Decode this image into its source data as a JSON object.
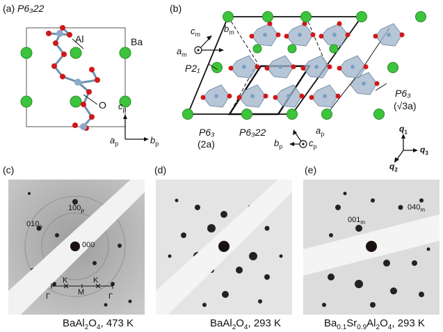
{
  "panel_a": {
    "tag": "(a)",
    "space_group": "P6₃22",
    "atoms": {
      "al": "Al",
      "ba": "Ba",
      "o": "O"
    },
    "axes": {
      "c": "c",
      "c_sub": "p",
      "a": "a",
      "a_sub": "p",
      "b": "b",
      "b_sub": "p"
    }
  },
  "panel_b": {
    "tag": "(b)",
    "axes_m": {
      "c": "c",
      "c_sub": "m",
      "b": "b",
      "b_sub": "m",
      "a": "a",
      "a_sub": "m"
    },
    "p21": "P2₁",
    "p63_2a_line1": "P6₃",
    "p63_2a_line2": "(2a)",
    "p6322": "P6₃22",
    "p63_r3a_line1": "P6₃",
    "p63_r3a_line2": "(√3a)",
    "axes_p": {
      "a": "a",
      "a_sub": "p",
      "b": "b",
      "b_sub": "p",
      "c": "c",
      "c_sub": "p"
    },
    "q": {
      "q1": "q",
      "q1_sub": "1",
      "q2": "q",
      "q2_sub": "2",
      "q3": "q",
      "q3_sub": "3"
    }
  },
  "panel_c": {
    "tag": "(c)",
    "spot_100": "100",
    "spot_100_sub": "p",
    "spot_010": "010",
    "spot_010_sub": "p",
    "spot_000": "000",
    "path": {
      "gamma": "Γ",
      "k": "K",
      "m": "M"
    },
    "caption_formula": "BaAl",
    "caption_sub": "2",
    "caption_rest": "O",
    "caption_sub2": "4",
    "caption_cond": ", 473 K"
  },
  "panel_d": {
    "tag": "(d)",
    "caption_formula": "BaAl",
    "caption_sub": "2",
    "caption_rest": "O",
    "caption_sub2": "4",
    "caption_cond": ", 293 K"
  },
  "panel_e": {
    "tag": "(e)",
    "spot_001": "001",
    "spot_001_sub": "m",
    "spot_040": "040",
    "spot_040_sub": "m",
    "caption_ba": "Ba",
    "caption_ba_sub": "0.1",
    "caption_sr": "Sr",
    "caption_sr_sub": "0.9",
    "caption_al": "Al",
    "caption_al_sub": "2",
    "caption_o": "O",
    "caption_o_sub": "4",
    "caption_cond": ", 293 K"
  },
  "colors": {
    "ba": "#3cc43c",
    "o": "#d01818",
    "al": "#8aa8c8",
    "octahedron": "#9fb3c9",
    "pattern_bg": "#9a9a9a",
    "beam_stop": "#f2f2f2"
  }
}
